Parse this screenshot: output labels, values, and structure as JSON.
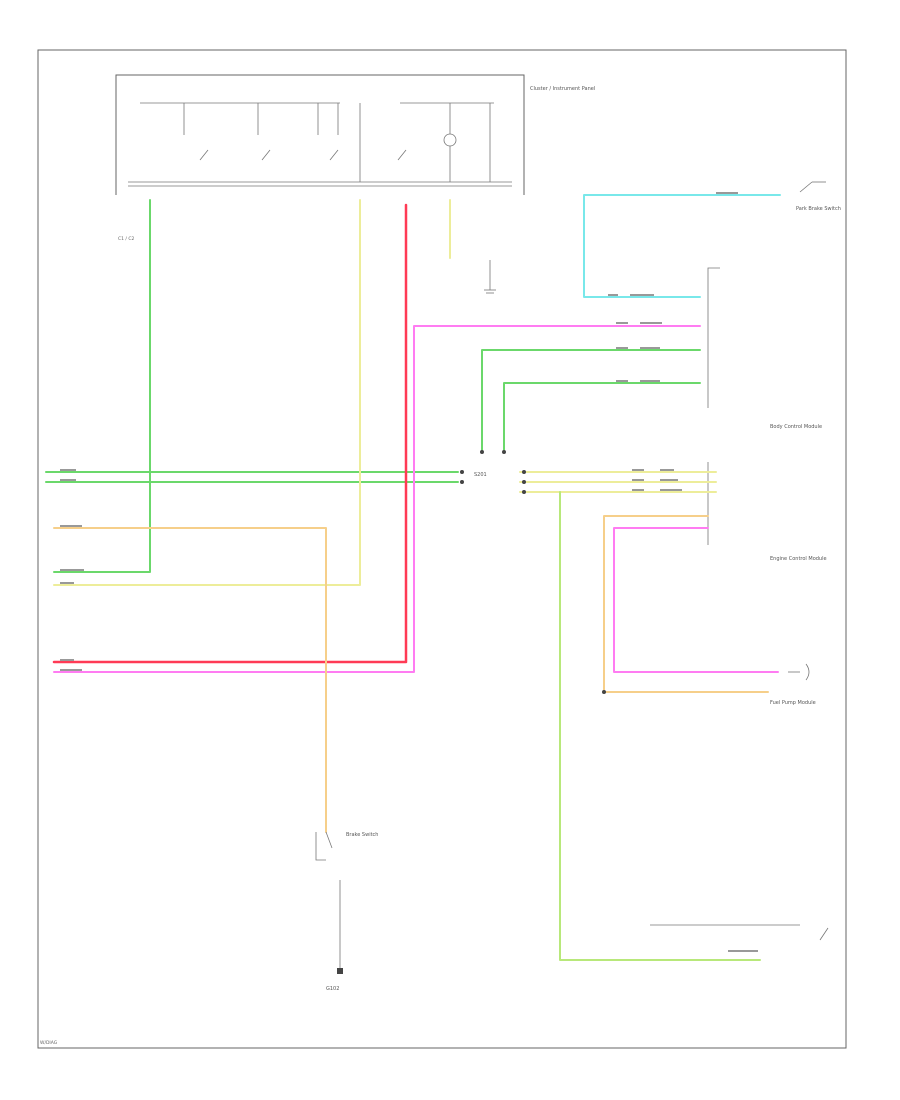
{
  "colors": {
    "green": "#6bd86b",
    "yellow": "#eded9a",
    "red": "#ff3a55",
    "pink": "#ff7cf2",
    "orange": "#f6cf8a",
    "cyan": "#79e8ea",
    "lime": "#b8e87a",
    "frame": "#666666"
  },
  "labels": [
    {
      "id": "lbl-panel-title",
      "text": "Cluster / Instrument Panel"
    },
    {
      "id": "lbl-conn-left",
      "text": "C1 / C2"
    },
    {
      "id": "lbl-brake",
      "text": "Brake Switch"
    },
    {
      "id": "lbl-ground",
      "text": "G102"
    },
    {
      "id": "lbl-module",
      "text": "Body Control Module"
    },
    {
      "id": "lbl-pcm",
      "text": "Engine Control Module"
    },
    {
      "id": "lbl-fuel",
      "text": "Fuel Pump Module"
    },
    {
      "id": "lbl-park",
      "text": "Park Brake Switch"
    },
    {
      "id": "lbl-splice",
      "text": "S201"
    },
    {
      "id": "lbl-footer",
      "text": "W/DIAG"
    }
  ]
}
